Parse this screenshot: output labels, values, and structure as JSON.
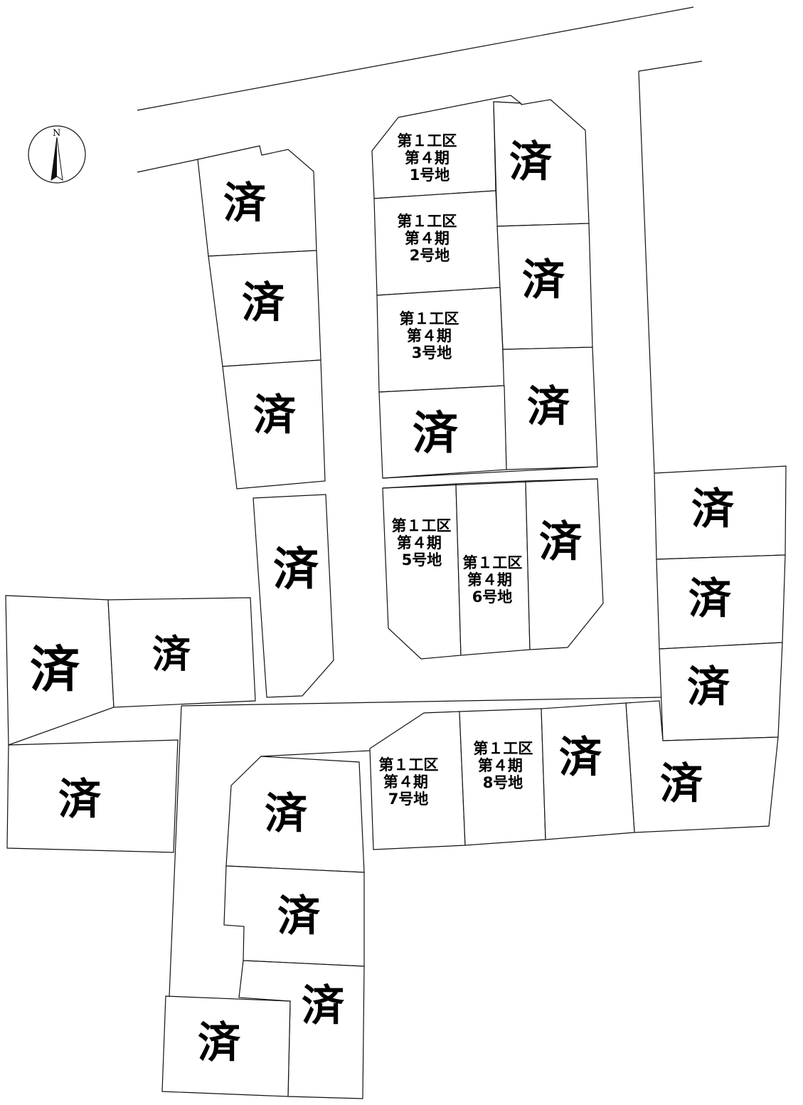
{
  "compass": {
    "north_label": "N"
  },
  "sold_label": "済",
  "lots": [
    {
      "id": "1",
      "lines": [
        "第１工区",
        "第４期",
        "1号地"
      ]
    },
    {
      "id": "2",
      "lines": [
        "第１工区",
        "第４期",
        "2号地"
      ]
    },
    {
      "id": "3",
      "lines": [
        "第１工区",
        "第４期",
        "3号地"
      ]
    },
    {
      "id": "5",
      "lines": [
        "第１工区",
        "第４期",
        "5号地"
      ]
    },
    {
      "id": "6",
      "lines": [
        "第１工区",
        "第４期",
        "6号地"
      ]
    },
    {
      "id": "7",
      "lines": [
        "第１工区",
        "第４期",
        "7号地"
      ]
    },
    {
      "id": "8",
      "lines": [
        "第１工区",
        "第４期",
        "8号地"
      ]
    }
  ]
}
